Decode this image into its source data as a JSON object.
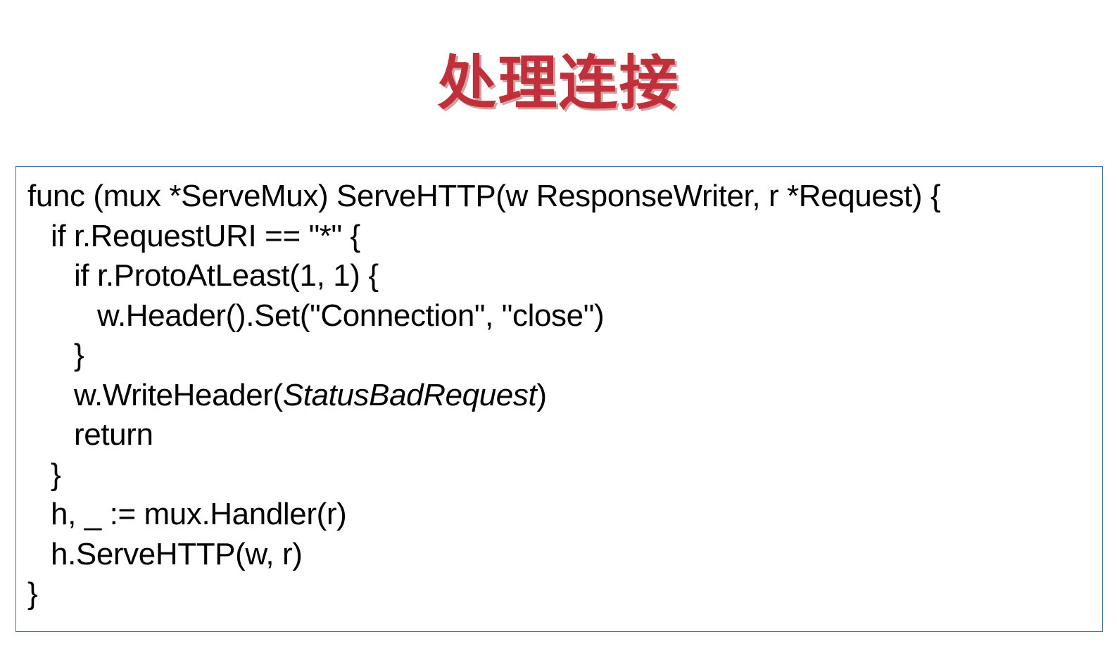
{
  "slide": {
    "title": "处理连接",
    "title_color": "#C0303A",
    "background_color": "#FFFFFF"
  },
  "code_box": {
    "border_color": "#3E72A4",
    "background_color": "#FFFFFF",
    "language": "go",
    "lines": [
      {
        "indent": 0,
        "text": "func (mux *ServeMux) ServeHTTP(w ResponseWriter, r *Request) {"
      },
      {
        "indent": 1,
        "text": "if r.RequestURI == \"*\" {"
      },
      {
        "indent": 2,
        "text": "if r.ProtoAtLeast(1, 1) {"
      },
      {
        "indent": 3,
        "text": "w.Header().Set(\"Connection\", \"close\")"
      },
      {
        "indent": 2,
        "text": "}"
      },
      {
        "indent": 2,
        "text": "w.WriteHeader(",
        "emphasis": "StatusBadRequest",
        "text_after": ")"
      },
      {
        "indent": 2,
        "text": "return"
      },
      {
        "indent": 1,
        "text": "}"
      },
      {
        "indent": 1,
        "text": "h, _ := mux.Handler(r)"
      },
      {
        "indent": 1,
        "text": "h.ServeHTTP(w, r)"
      },
      {
        "indent": 0,
        "text": "}"
      }
    ]
  }
}
